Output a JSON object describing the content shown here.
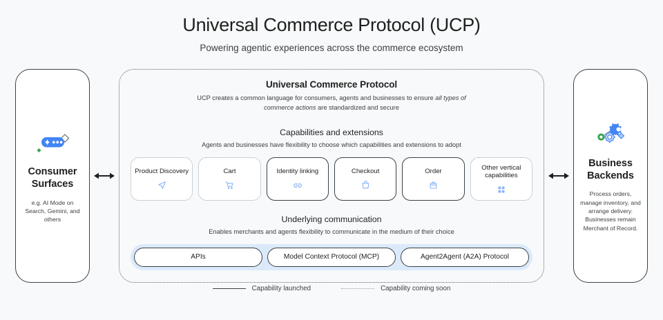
{
  "header": {
    "title": "Universal Commerce Protocol (UCP)",
    "subtitle": "Powering agentic experiences across the commerce ecosystem"
  },
  "consumer_panel": {
    "icon": "ai-sparkle-pill-icon",
    "title": "Consumer Surfaces",
    "description": "e.g. AI Mode on Search, Gemini, and others"
  },
  "business_panel": {
    "icon": "gears-network-icon",
    "title": "Business Backends",
    "description": "Process orders, manage inventory, and arrange delivery. Businesses remain Merchant of Record."
  },
  "arrows": {
    "left": "bidirectional-arrow",
    "right": "bidirectional-arrow"
  },
  "protocol": {
    "title": "Universal Commerce Protocol",
    "subtitle_pre": "UCP creates a common language for consumers, agents and businesses to ensure ",
    "subtitle_italic": "all types of commerce actions",
    "subtitle_post": " are standardized and secure"
  },
  "capabilities": {
    "title": "Capabilities and extensions",
    "subtitle": "Agents and businesses have flexibility to choose which capabilities and extensions to adopt",
    "cards": [
      {
        "label": "Product Discovery",
        "icon": "send-paper-plane-icon",
        "status": "dotted"
      },
      {
        "label": "Cart",
        "icon": "shopping-cart-icon",
        "status": "dotted"
      },
      {
        "label": "Identity linking",
        "icon": "link-chain-icon",
        "status": "solid"
      },
      {
        "label": "Checkout",
        "icon": "shopping-bag-icon",
        "status": "solid"
      },
      {
        "label": "Order",
        "icon": "package-box-icon",
        "status": "solid"
      },
      {
        "label": "Other vertical capabilities",
        "icon": "grid-apps-icon",
        "status": "dotted"
      }
    ]
  },
  "communication": {
    "title": "Underlying communication",
    "subtitle": "Enables merchants and agents flexibility to communicate in the medium of their choice",
    "pills": [
      {
        "label": "APIs"
      },
      {
        "label": "Model Context Protocol (MCP)"
      },
      {
        "label": "Agent2Agent (A2A) Protocol"
      }
    ]
  },
  "legend": {
    "items": [
      {
        "label": "Capability launched",
        "style": "solid"
      },
      {
        "label": "Capability coming soon",
        "style": "dotted"
      }
    ]
  },
  "colors": {
    "background": "#f7f9fa",
    "ink": "#1f1f1f",
    "muted": "#3c4043",
    "accent_blue": "#4285f4",
    "icon_blue": "#8ab4f8",
    "tray_blue": "#dbeafb",
    "green": "#34a853",
    "dotted_border": "#9aa0a6"
  }
}
